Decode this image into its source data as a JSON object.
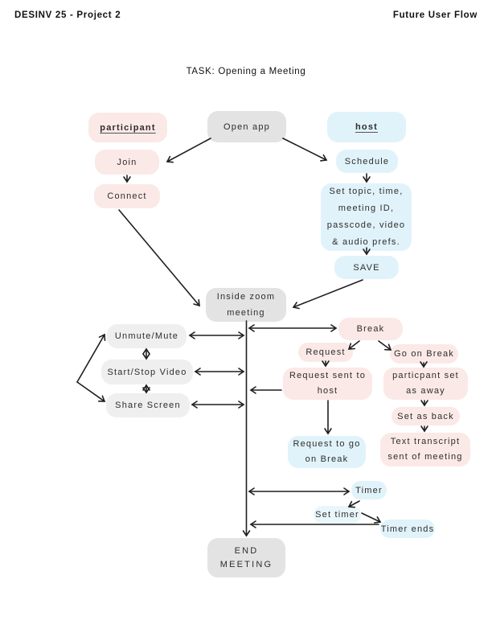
{
  "header": {
    "left": "DESINV 25 - Project 2",
    "right": "Future User Flow"
  },
  "title": "TASK: Opening a Meeting",
  "colors": {
    "participant_pink": "#fbe9e7",
    "host_blue": "#e1f3fa",
    "light_blue": "#e9f7fc",
    "gray": "#e3e3e3",
    "light_gray": "#efefef",
    "arrow": "#1f1f1f"
  },
  "nodes": {
    "participant": {
      "label": "participant"
    },
    "open_app": {
      "label": "Open app"
    },
    "host": {
      "label": "host"
    },
    "join": {
      "label": "Join"
    },
    "schedule": {
      "label": "Schedule"
    },
    "connect": {
      "label": "Connect"
    },
    "set_topic": {
      "label": "Set topic, time,\nmeeting ID,\npasscode, video\n& audio prefs."
    },
    "save": {
      "label": "SAVE"
    },
    "inside_zoom": {
      "label": "Inside zoom\nmeeting"
    },
    "unmute_mute": {
      "label": "Unmute/Mute"
    },
    "start_stop_video": {
      "label": "Start/Stop Video"
    },
    "share_screen": {
      "label": "Share Screen"
    },
    "break": {
      "label": "Break"
    },
    "request": {
      "label": "Request"
    },
    "go_on_break": {
      "label": "Go on Break"
    },
    "request_sent": {
      "label": "Request sent to\nhost"
    },
    "particpant_away": {
      "label": "particpant set\nas away"
    },
    "set_as_back": {
      "label": "Set as back"
    },
    "text_transcript": {
      "label": "Text transcript\nsent of meeting"
    },
    "request_to_go": {
      "label": "Request to go\non Break"
    },
    "timer": {
      "label": "Timer"
    },
    "set_timer": {
      "label": "Set timer"
    },
    "timer_ends": {
      "label": "Timer ends"
    },
    "end_meeting": {
      "label": "END\nMEETING"
    }
  }
}
